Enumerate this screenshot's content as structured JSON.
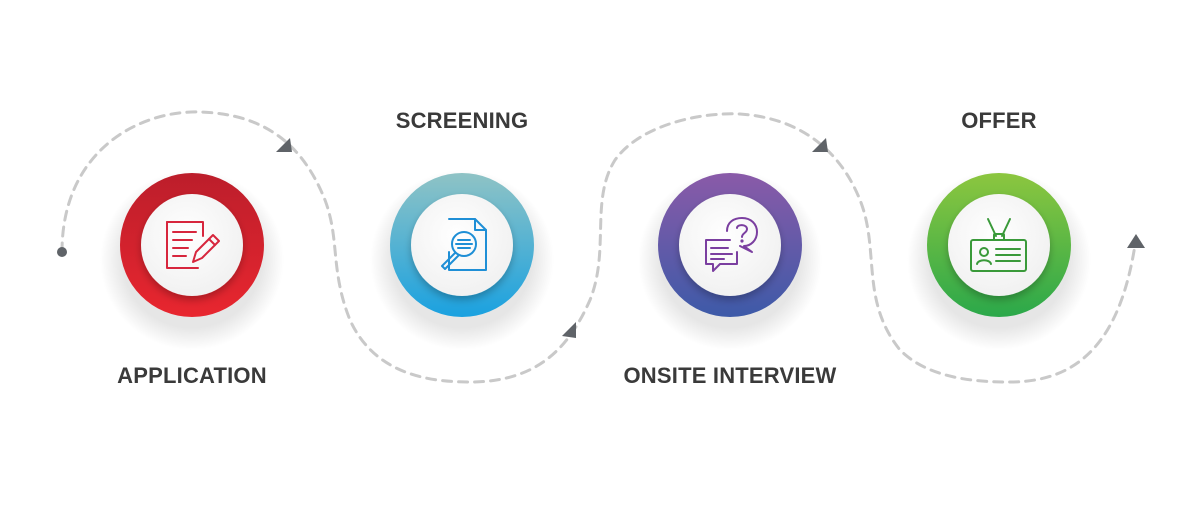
{
  "steps": [
    {
      "label": "APPLICATION",
      "icon": "application-form-pen-icon",
      "gradient": [
        "#bc1e2b",
        "#e8262f"
      ],
      "icon_color": "#d7263d"
    },
    {
      "label": "SCREENING",
      "icon": "document-magnifier-icon",
      "gradient": [
        "#8fc3c5",
        "#1aa1e0"
      ],
      "icon_color": "#1f8fd6"
    },
    {
      "label": "ONSITE INTERVIEW",
      "icon": "chat-bubbles-question-icon",
      "gradient": [
        "#8a5aa8",
        "#3d5aa8"
      ],
      "icon_color": "#7b3fa0"
    },
    {
      "label": "OFFER",
      "icon": "id-badge-icon",
      "gradient": [
        "#8cc63f",
        "#2ba84a"
      ],
      "icon_color": "#3a9a3a"
    }
  ],
  "colors": {
    "path": "#c9c9c9",
    "arrow": "#5f6368",
    "label": "#3a3a3a"
  }
}
